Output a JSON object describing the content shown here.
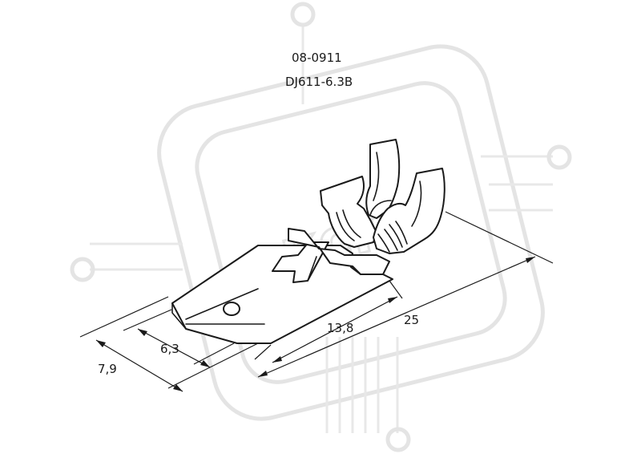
{
  "header": {
    "code": "08-0911",
    "model": "DJ611-6.3B"
  },
  "dimensions": {
    "outer_width": "7,9",
    "tab_width": "6,3",
    "tab_length": "13,8",
    "total_length": "25"
  },
  "watermark": {
    "text": "ксн"
  },
  "colors": {
    "line": "#1a1a1a",
    "watermark": "#e4e4e4",
    "background": "#ffffff"
  }
}
